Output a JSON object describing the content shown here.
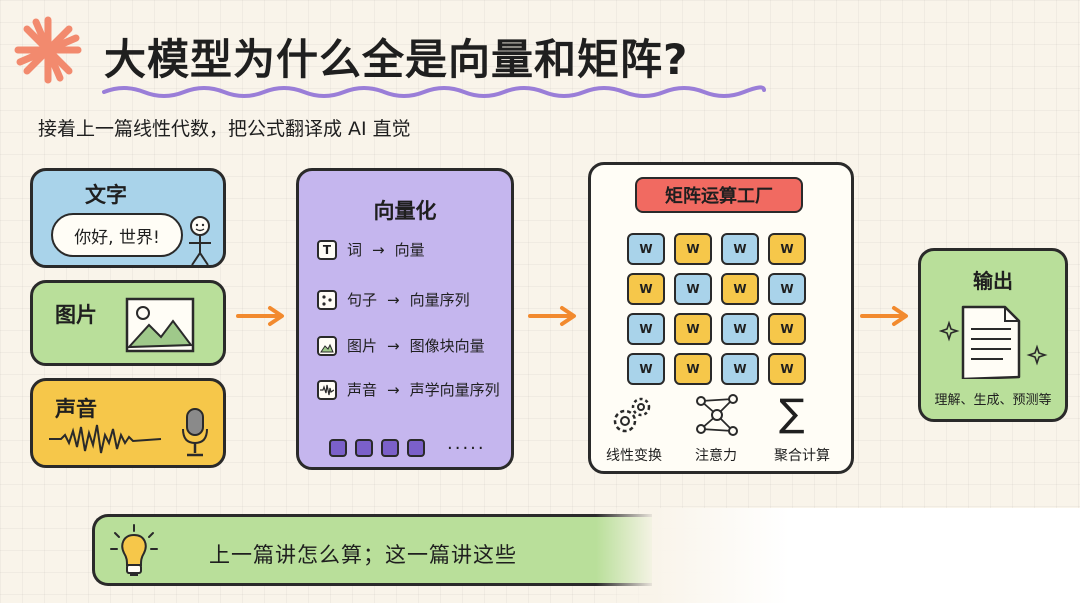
{
  "header": {
    "title": "大模型为什么全是向量和矩阵?",
    "subtitle": "接着上一篇线性代数，把公式翻译成 AI 直觉"
  },
  "inputs": {
    "text": {
      "label": "文字",
      "bubble": "你好, 世界!"
    },
    "image": {
      "label": "图片"
    },
    "audio": {
      "label": "声音"
    }
  },
  "vectorize": {
    "title": "向量化",
    "rows": [
      {
        "icon": "T",
        "icon_name": "text-icon",
        "from": "词",
        "arrow": "→",
        "to": "向量"
      },
      {
        "icon": "",
        "icon_name": "dice-icon",
        "from": "句子",
        "arrow": "→",
        "to": "向量序列"
      },
      {
        "icon": "",
        "icon_name": "image-icon",
        "from": "图片",
        "arrow": "→",
        "to": "图像块向量"
      },
      {
        "icon": "",
        "icon_name": "waveform-icon",
        "from": "声音",
        "arrow": "→",
        "to": "声学向量序列"
      }
    ],
    "dots": "....."
  },
  "factory": {
    "title": "矩阵运算工厂",
    "cell_label": "W",
    "grid": [
      [
        "b",
        "y",
        "b",
        "y"
      ],
      [
        "y",
        "b",
        "y",
        "b"
      ],
      [
        "b",
        "y",
        "b",
        "y"
      ],
      [
        "b",
        "y",
        "b",
        "y"
      ]
    ],
    "ops": [
      {
        "icon_name": "gears-icon",
        "label": "线性变换"
      },
      {
        "icon_name": "network-icon",
        "label": "注意力"
      },
      {
        "icon_name": "sigma-icon",
        "symbol": "∑",
        "label": "聚合计算"
      }
    ]
  },
  "output": {
    "title": "输出",
    "label": "理解、生成、预测等"
  },
  "bottom": {
    "text": "上一篇讲怎么算；这一篇讲这些"
  },
  "colors": {
    "accent_orange": "#f28a2e",
    "title_underline": "#9a7ed8",
    "input_blue": "#a9d3ea",
    "input_green": "#b9df9a",
    "input_yellow": "#f6c74a",
    "vector_purple": "#c5b6ee",
    "factory_red": "#f16a61",
    "output_green": "#b9df9a"
  }
}
